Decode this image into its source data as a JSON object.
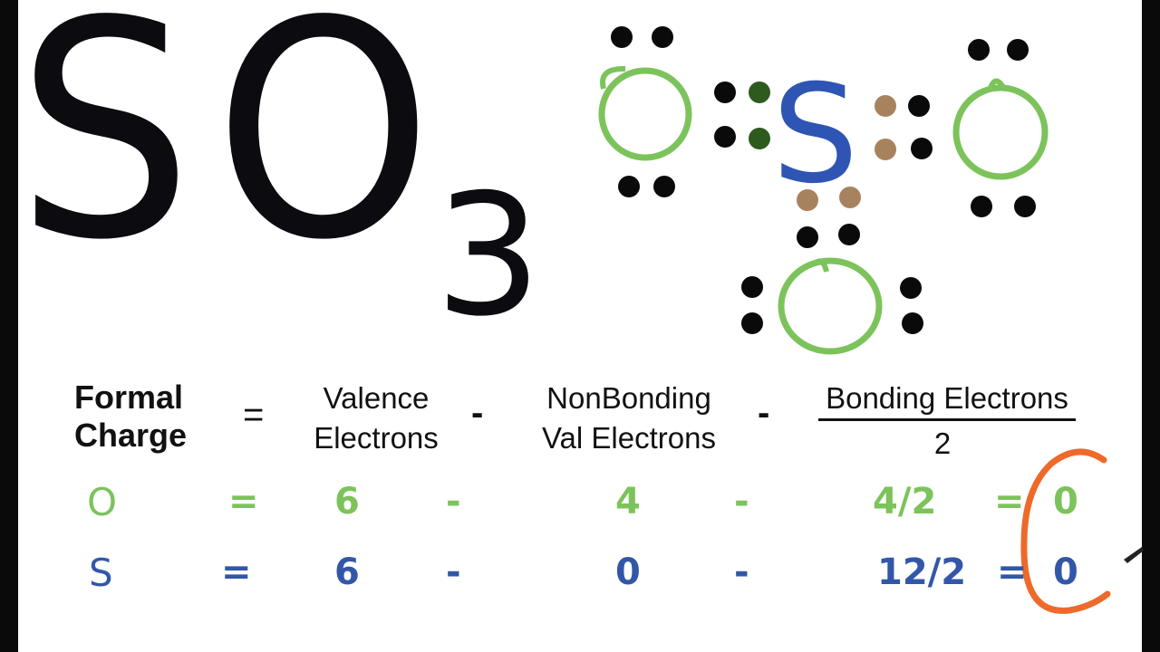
{
  "formula": {
    "element1": "S",
    "element2": "O",
    "subscript": "3"
  },
  "lewis": {
    "sulfur_label": "S"
  },
  "equation": {
    "lhs_line1": "Formal",
    "lhs_line2": "Charge",
    "equals": "=",
    "term1_line1": "Valence",
    "term1_line2": "Electrons",
    "minus1": "-",
    "term2_line1": "NonBonding",
    "term2_line2": "Val Electrons",
    "minus2": "-",
    "term3_numerator": "Bonding Electrons",
    "term3_denominator": "2"
  },
  "rows": [
    {
      "atom": "O",
      "equals": "=",
      "valence": "6",
      "minus1": "-",
      "nonbonding": "4",
      "minus2": "-",
      "bonding_half": "4/2",
      "equals2": "=",
      "result": "0",
      "color": "#7cc35b"
    },
    {
      "atom": "S",
      "equals": "=",
      "valence": "6",
      "minus1": "-",
      "nonbonding": "0",
      "minus2": "-",
      "bonding_half": "12/2",
      "equals2": "=",
      "result": "0",
      "color": "#3357a8"
    }
  ],
  "colors": {
    "oxygen_circle": "#7cc35b",
    "sulfur": "#2f55b4",
    "lone_pair": "#0a0a0a",
    "bond_dot_green": "#2d5a1e",
    "bond_dot_brown": "#a8825f",
    "bracket": "#ee6a2a"
  }
}
